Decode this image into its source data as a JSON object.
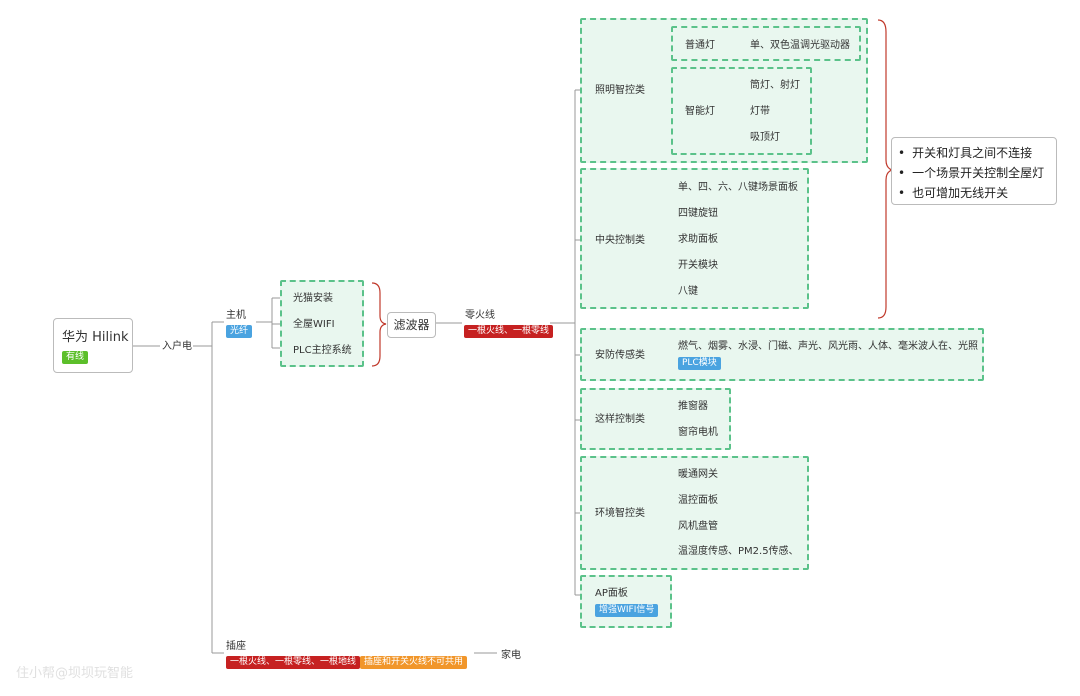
{
  "root": {
    "title": "华为 Hilink",
    "badge": "有线"
  },
  "input_power": "入户电",
  "host": {
    "label": "主机",
    "badge": "光纤",
    "items": [
      "光猫安装",
      "全屋WIFI",
      "PLC主控系统"
    ]
  },
  "filter": "滤波器",
  "neutral_fire": {
    "label": "零火线",
    "badge": "一根火线、一根零线"
  },
  "socket": {
    "label": "插座",
    "badges": [
      "一根火线、一根零线、一根地线",
      "插座和开关火线不可共用"
    ],
    "child": "家电"
  },
  "lighting": {
    "label": "照明智控类",
    "normal": {
      "label": "普通灯",
      "child": "单、双色温调光驱动器"
    },
    "smart": {
      "label": "智能灯",
      "children": [
        "筒灯、射灯",
        "灯带",
        "吸顶灯"
      ]
    }
  },
  "central": {
    "label": "中央控制类",
    "children": [
      "单、四、六、八键场景面板",
      "四键旋钮",
      "求助面板",
      "开关模块",
      "八键"
    ]
  },
  "notes": [
    "开关和灯具之间不连接",
    "一个场景开关控制全屋灯",
    "也可增加无线开关"
  ],
  "security": {
    "label": "安防传感类",
    "child": "燃气、烟雾、水浸、门磁、声光、风光雨、人体、毫米波人在、光照",
    "badge": "PLC模块"
  },
  "curtain": {
    "label": "这样控制类",
    "children": [
      "推窗器",
      "窗帘电机"
    ]
  },
  "env": {
    "label": "环境智控类",
    "children": [
      "暖通网关",
      "温控面板",
      "风机盘管",
      "温湿度传感、PM2.5传感、"
    ]
  },
  "ap": {
    "label": "AP面板",
    "badge": "增强WIFI信号"
  },
  "watermark": "住小帮@坝坝玩智能",
  "colors": {
    "dash_border": "#5bc28a",
    "box_fill": "#e9f7ef",
    "badge_red": "#c62121",
    "badge_orange": "#f1962a",
    "badge_blue": "#4aa3e0",
    "badge_green": "#5cbf2a",
    "brace": "#c0392b"
  }
}
